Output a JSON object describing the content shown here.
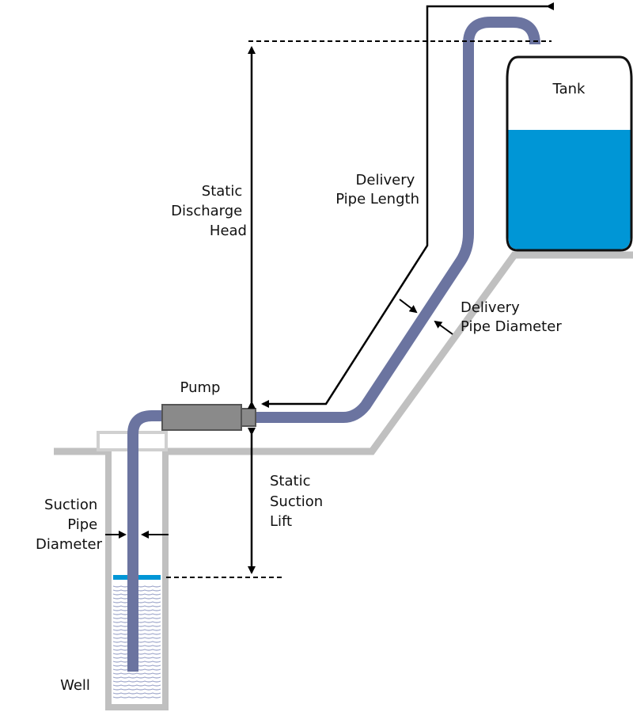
{
  "colors": {
    "pipe": "#6b74a0",
    "ground": "#c0c0c0",
    "water": "#0096d6",
    "pump_body": "#8a8a8a",
    "line": "#000000"
  },
  "labels": {
    "tank": "Tank",
    "delivery_length": [
      "Delivery",
      "Pipe Length"
    ],
    "delivery_diameter": [
      "Delivery",
      "Pipe Diameter"
    ],
    "static_discharge_head": [
      "Static",
      "Discharge",
      "Head"
    ],
    "pump": "Pump",
    "static_suction_lift": [
      "Static",
      "Suction",
      "Lift"
    ],
    "suction_diameter": [
      "Suction",
      "Pipe",
      "Diameter"
    ],
    "well": "Well"
  }
}
